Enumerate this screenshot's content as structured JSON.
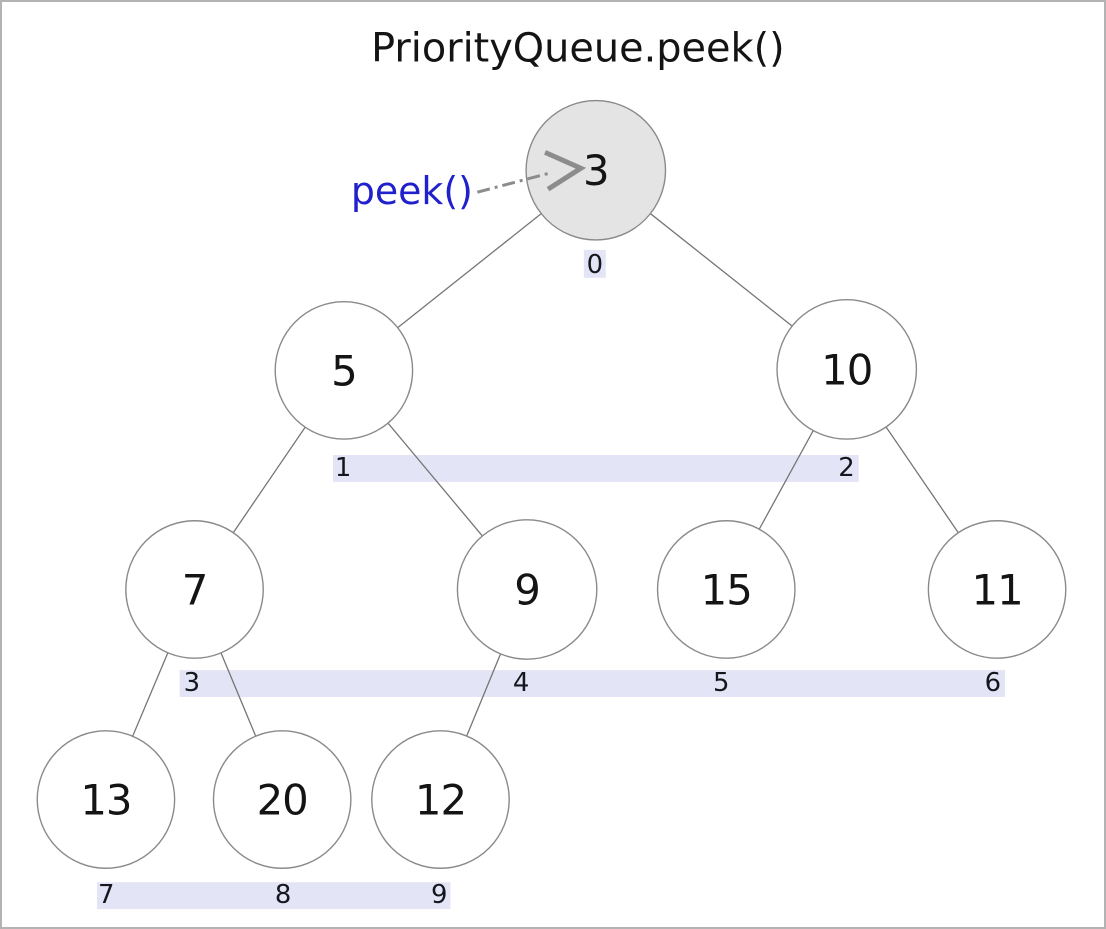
{
  "title": "PriorityQueue.peek()",
  "annotation": {
    "label": "peek()"
  },
  "heap": {
    "array": [
      3,
      5,
      10,
      7,
      9,
      15,
      11,
      13,
      20,
      12
    ],
    "nodes": [
      {
        "value": "3",
        "index": "0",
        "highlighted": true
      },
      {
        "value": "5",
        "index": "1"
      },
      {
        "value": "10",
        "index": "2"
      },
      {
        "value": "7",
        "index": "3"
      },
      {
        "value": "9",
        "index": "4"
      },
      {
        "value": "15",
        "index": "5"
      },
      {
        "value": "11",
        "index": "6"
      },
      {
        "value": "13",
        "index": "7"
      },
      {
        "value": "20",
        "index": "8"
      },
      {
        "value": "12",
        "index": "9"
      }
    ]
  },
  "colors": {
    "background": "#ffffff",
    "frame_border": "#b3b3b3",
    "node_fill": "#ffffff",
    "root_fill": "#e4e4e4",
    "node_stroke": "#8a8a8a",
    "edge": "#757575",
    "index_bar": "#e4e4f7",
    "node_text": "#141414",
    "index_text": "#16161e",
    "title_text": "#141414",
    "annotation_text": "#2020cc",
    "arrow": "#8c8c8c"
  }
}
